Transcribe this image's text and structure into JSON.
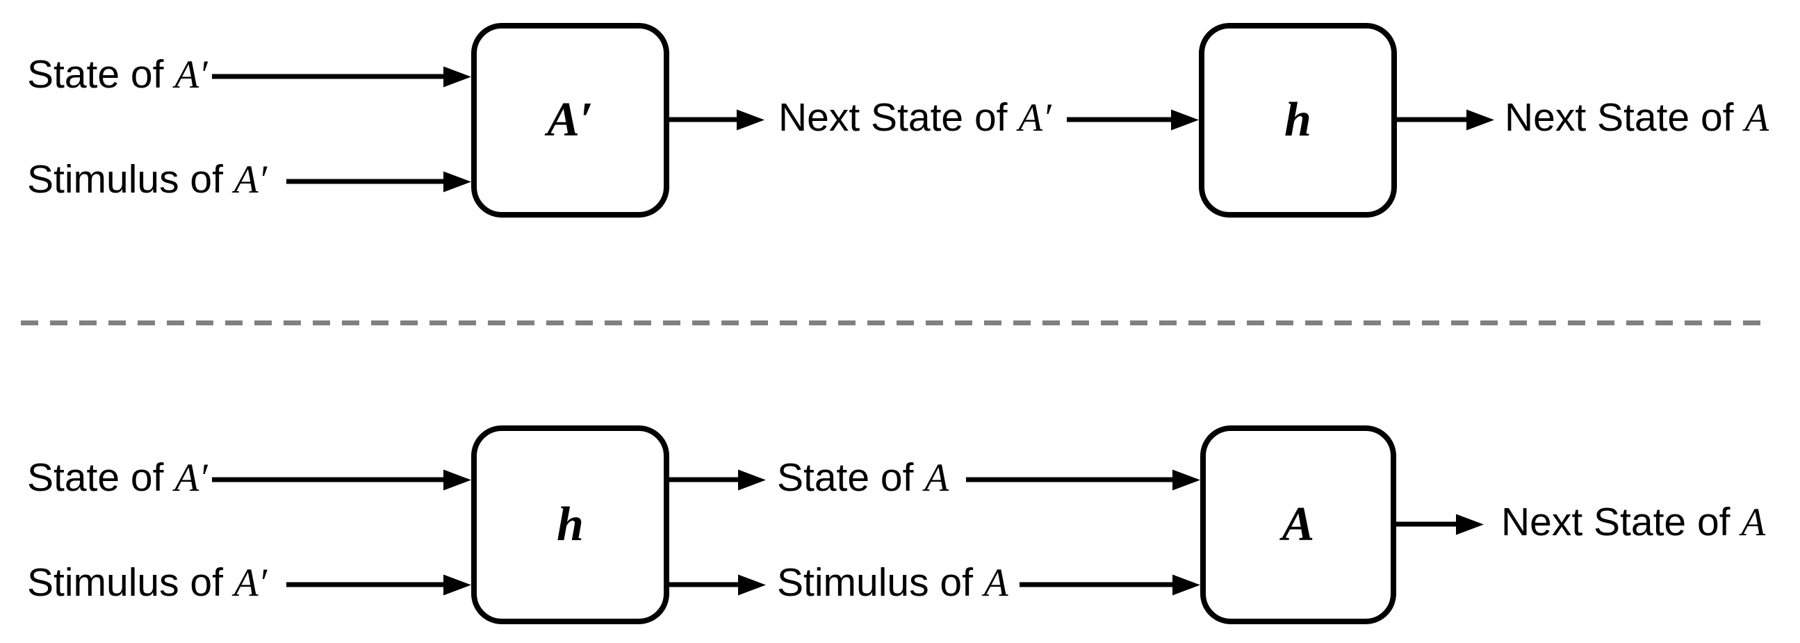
{
  "colors": {
    "ink": "#000000",
    "divider_gray": "#808080",
    "background": "#ffffff"
  },
  "top_flow": {
    "inputs": [
      {
        "text": "State of ",
        "sym": "A′"
      },
      {
        "text": "Stimulus of ",
        "sym": "A′"
      }
    ],
    "machine_box": {
      "label": "A′"
    },
    "intermediate": {
      "text": "Next State of ",
      "sym": "A′"
    },
    "map_box": {
      "label": "h"
    },
    "output": {
      "text": "Next State of ",
      "sym": "A"
    }
  },
  "bottom_flow": {
    "inputs": [
      {
        "text": "State of ",
        "sym": "A′"
      },
      {
        "text": "Stimulus of ",
        "sym": "A′"
      }
    ],
    "map_box": {
      "label": "h"
    },
    "intermediates": [
      {
        "text": "State of ",
        "sym": "A"
      },
      {
        "text": "Stimulus of ",
        "sym": "A"
      }
    ],
    "machine_box": {
      "label": "A"
    },
    "output": {
      "text": "Next State of ",
      "sym": "A"
    }
  }
}
